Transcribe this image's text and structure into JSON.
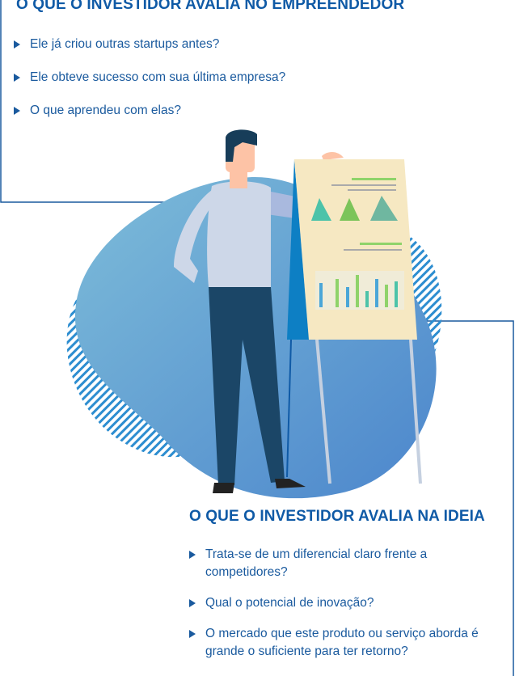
{
  "sections": [
    {
      "title": "O QUE O INVESTIDOR AVALIA NO EMPREENDEDOR",
      "items": [
        "Ele já criou outras startups antes?",
        "Ele obteve sucesso com sua última empresa?",
        "O que aprendeu com elas?"
      ]
    },
    {
      "title": "O QUE O INVESTIDOR AVALIA NA IDEIA",
      "items": [
        "Trata-se de um diferencial claro frente a competidores?",
        "Qual o potencial de inovação?",
        "O mercado que este produto ou serviço aborda é grande o suficiente para ter retorno?"
      ]
    }
  ],
  "colors": {
    "accent": "#0f5aa6",
    "blob": "#6aaed3",
    "board": "#f6e8c2"
  }
}
